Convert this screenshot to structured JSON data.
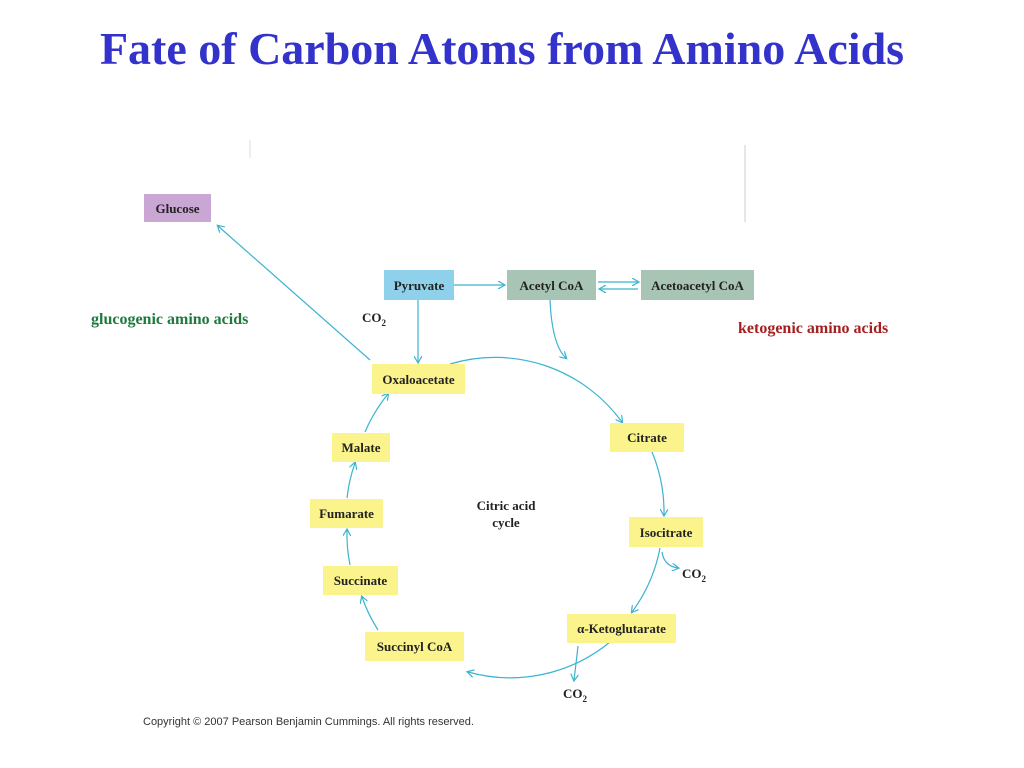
{
  "title": "Fate of Carbon Atoms from Amino Acids",
  "colors": {
    "title": "#3333cc",
    "cycle_box": "#fbf48c",
    "pyruvate_box": "#8fd0ea",
    "acetyl_box": "#a8c4b4",
    "glucose_box": "#c9a6d4",
    "arrow": "#3bb4d0",
    "glucogenic": "#1e7a3c",
    "ketogenic": "#a52020"
  },
  "nodes": {
    "glucose": "Glucose",
    "pyruvate": "Pyruvate",
    "acetyl_coa": "Acetyl CoA",
    "acetoacetyl_coa": "Acetoacetyl CoA",
    "oxaloacetate": "Oxaloacetate",
    "citrate": "Citrate",
    "isocitrate": "Isocitrate",
    "alpha_ketoglutarate": "α-Ketoglutarate",
    "succinyl_coa": "Succinyl CoA",
    "succinate": "Succinate",
    "fumarate": "Fumarate",
    "malate": "Malate"
  },
  "cycle": {
    "line1": "Citric acid",
    "line2": "cycle"
  },
  "co2": {
    "base": "CO",
    "sub": "2"
  },
  "labels": {
    "glucogenic": "glucogenic amino acids",
    "ketogenic": "ketogenic amino acids"
  },
  "copyright": "Copyright © 2007 Pearson Benjamin Cummings. All rights reserved."
}
